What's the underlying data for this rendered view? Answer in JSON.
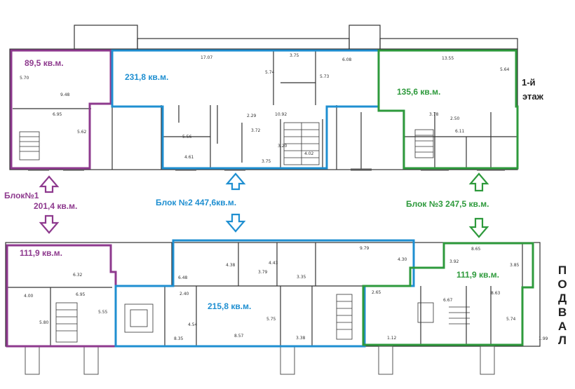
{
  "floor1": {
    "title_line1": "1-й",
    "title_line2": "этаж",
    "block1_area": "89,5 кв.м.",
    "block2_area": "231,8 кв.м.",
    "block3_area": "135,6 кв.м.",
    "dims": [
      "17.07",
      "3.75",
      "6.08",
      "13.55",
      "5.70",
      "9.48",
      "5.74",
      "5.73",
      "5.64",
      "6.95",
      "5.62",
      "10.92",
      "3.72",
      "2.29",
      "5.56",
      "4.61",
      "3.75",
      "3.20",
      "4.02",
      "3.78",
      "2.50",
      "6.11"
    ]
  },
  "blocks": {
    "b1_label": "Блок№1",
    "b1_total": "201,4 кв.м.",
    "b2_label": "Блок №2  447,6кв.м.",
    "b3_label": "Блок №3  247,5 кв.м."
  },
  "basement": {
    "title_letters": [
      "П",
      "О",
      "Д",
      "В",
      "А",
      "Л"
    ],
    "block1_area": "111,9 кв.м.",
    "block2_area": "215,8 кв.м.",
    "block3_area": "111,9 кв.м.",
    "dims": [
      "9.79",
      "4.30",
      "8.65",
      "3.92",
      "3.85",
      "6.32",
      "6.48",
      "4.38",
      "4.43",
      "3.79",
      "3.35",
      "4.00",
      "6.95",
      "5.80",
      "5.55",
      "2.40",
      "4.54",
      "8.35",
      "5.75",
      "8.57",
      "3.38",
      "2.65",
      "6.67",
      "8.63",
      "5.74",
      "1.99",
      "1.12"
    ]
  },
  "colors": {
    "block1": "#8e3a8e",
    "block2": "#1f8fd1",
    "block3": "#2e9a3c",
    "walls": "#333333"
  }
}
